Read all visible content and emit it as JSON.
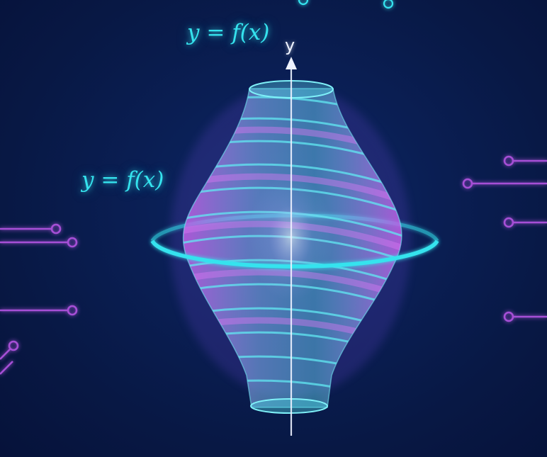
{
  "labels": {
    "formula_top": "y = f(x)",
    "formula_left": "y = f(x)",
    "axis": "y"
  },
  "colors": {
    "background": "#081844",
    "cyan_accent": "#35e3ee",
    "magenta_accent": "#b35ae6",
    "circuit_line": "#a64fd6",
    "axis": "#eef2ff"
  },
  "icons": [
    "circuit-trace-icon",
    "revolution-ring-icon",
    "axis-arrow-icon"
  ]
}
